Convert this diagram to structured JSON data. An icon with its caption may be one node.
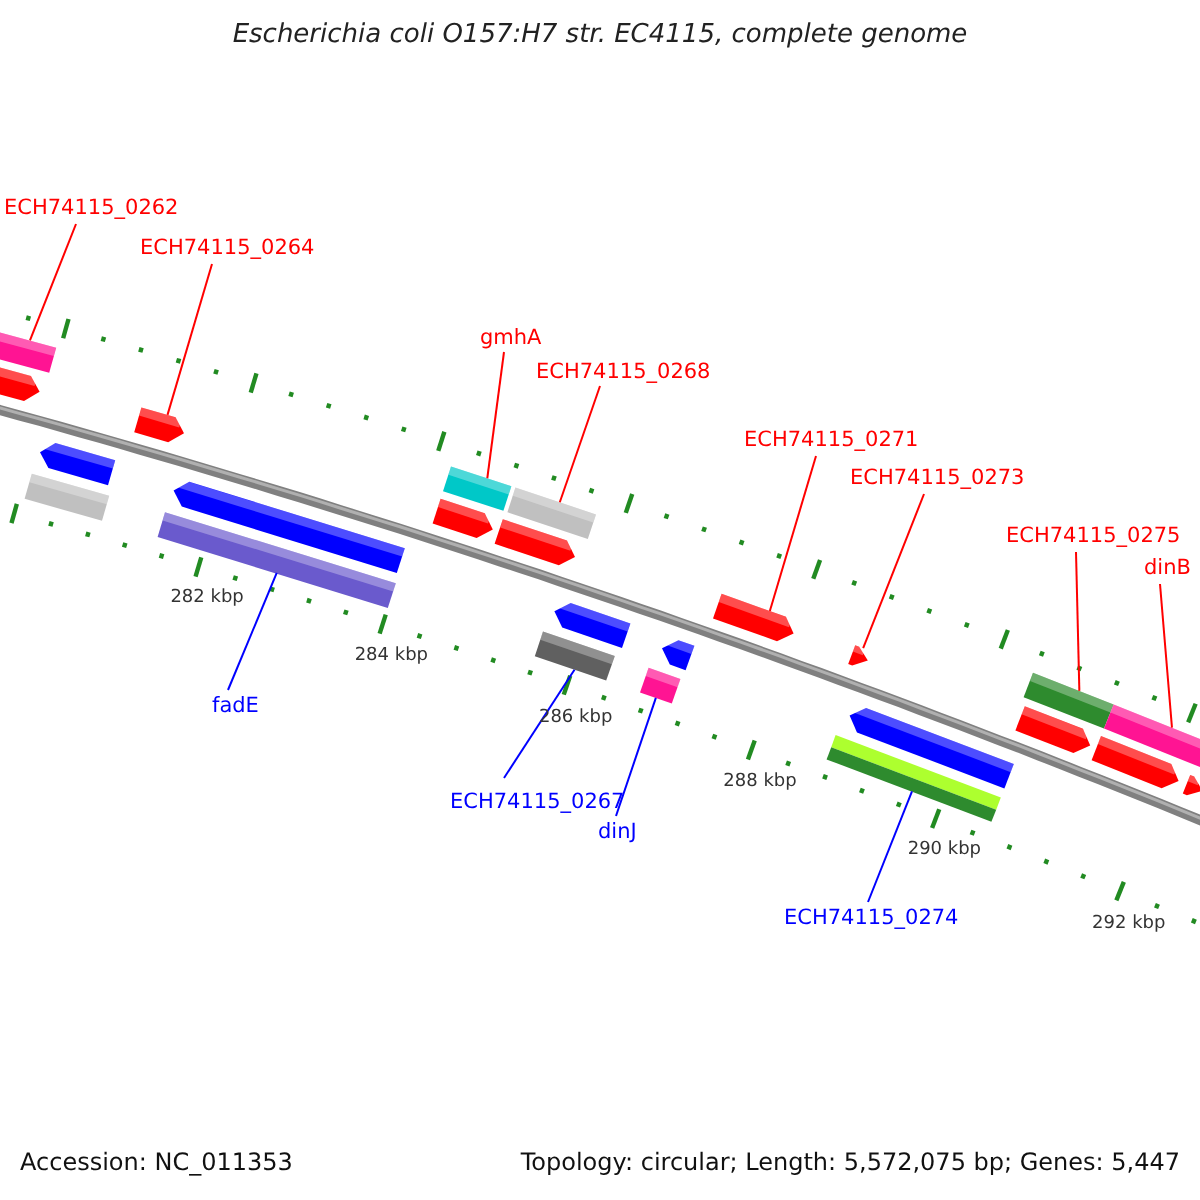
{
  "diagram": {
    "title": "Escherichia coli O157:H7 str. EC4115, complete genome",
    "nodes": [
      {
        "text": [
          "ECH74115_0262"
        ]
      },
      {
        "text": [
          "ECH74115_0264"
        ]
      },
      {
        "text": [
          "gmhA"
        ]
      },
      {
        "text": [
          "ECH74115_0268"
        ]
      },
      {
        "text": [
          "ECH74115_0271"
        ]
      },
      {
        "text": [
          "ECH74115_0273"
        ]
      },
      {
        "text": [
          "ECH74115_0275"
        ]
      },
      {
        "text": [
          "dinB"
        ]
      },
      {
        "text": [
          "fadE"
        ]
      },
      {
        "text": [
          "ECH74115_0267"
        ]
      },
      {
        "text": [
          "dinJ"
        ]
      },
      {
        "text": [
          "ECH74115_0274"
        ]
      },
      {
        "text": [],
        "shape": "bar"
      },
      {
        "text": [],
        "shape": "bar"
      },
      {
        "text": [],
        "shape": "bar"
      },
      {
        "text": [],
        "shape": "bar"
      },
      {
        "text": [],
        "shape": "bar"
      },
      {
        "text": [],
        "shape": "bar"
      },
      {
        "text": [],
        "shape": "bar"
      },
      {
        "text": [],
        "shape": "bar"
      },
      {
        "text": [],
        "shape": "bar"
      },
      {
        "text": [],
        "shape": "bar"
      },
      {
        "text": [],
        "shape": "bar"
      },
      {
        "text": [],
        "shape": "bar"
      },
      {
        "text": [],
        "shape": "bar"
      },
      {
        "text": [],
        "shape": "bar"
      },
      {
        "text": [],
        "shape": "bar"
      },
      {
        "text": [],
        "shape": "bar"
      },
      {
        "text": [],
        "shape": "bar"
      },
      {
        "text": [],
        "shape": "bar"
      },
      {
        "text": [],
        "shape": "bar"
      },
      {
        "text": [],
        "shape": "bar"
      },
      {
        "text": [],
        "shape": "bar"
      },
      {
        "text": [],
        "shape": "bar"
      },
      {
        "text": [],
        "shape": "bar"
      },
      {
        "text": [],
        "shape": "bar"
      }
    ],
    "edges": [
      {
        "from": 0,
        "to": 12,
        "arrow": "none"
      },
      {
        "from": 1,
        "to": 14,
        "arrow": "none"
      },
      {
        "from": 2,
        "to": 19,
        "arrow": "none"
      },
      {
        "from": 3,
        "to": 21,
        "arrow": "none"
      },
      {
        "from": 4,
        "to": 27,
        "arrow": "none"
      },
      {
        "from": 5,
        "to": 28,
        "arrow": "none"
      },
      {
        "from": 6,
        "to": 31,
        "arrow": "none"
      },
      {
        "from": 7,
        "to": 33,
        "arrow": "none"
      },
      {
        "from": 8,
        "to": 18,
        "arrow": "none",
        "color": "#0000ff"
      },
      {
        "from": 9,
        "to": 24,
        "arrow": "none",
        "color": "#0000ff"
      },
      {
        "from": 10,
        "to": 26,
        "arrow": "none",
        "color": "#0000ff"
      },
      {
        "from": 11,
        "to": 30,
        "arrow": "none",
        "color": "#0000ff"
      }
    ],
    "labels": [
      "282 kbp",
      "284 kbp",
      "286 kbp",
      "288 kbp",
      "290 kbp",
      "292 kbp",
      "Accession: NC_011353",
      "Topology: circular; Length: 5,572,075 bp; Genes: 5,447"
    ]
  }
}
